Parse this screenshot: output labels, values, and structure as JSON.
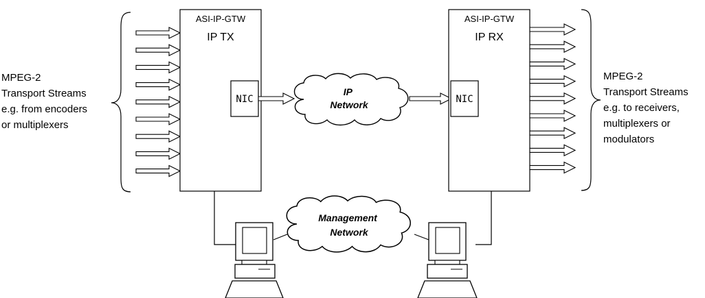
{
  "left_side": {
    "label_lines": [
      "MPEG-2",
      "Transport Streams",
      "e.g. from encoders",
      "or multiplexers"
    ]
  },
  "right_side": {
    "label_lines": [
      "MPEG-2",
      "Transport Streams",
      "e.g. to receivers,",
      "multiplexers or",
      "modulators"
    ]
  },
  "tx_device": {
    "model": "ASI-IP-GTW",
    "title": "IP TX",
    "nic_label": "NIC"
  },
  "rx_device": {
    "model": "ASI-IP-GTW",
    "title": "IP RX",
    "nic_label": "NIC"
  },
  "ip_network": {
    "label_lines": [
      "IP",
      "Network"
    ]
  },
  "management_network": {
    "label_lines": [
      "Management",
      "Network"
    ]
  },
  "colors": {
    "line": "#000000",
    "background": "#ffffff"
  }
}
